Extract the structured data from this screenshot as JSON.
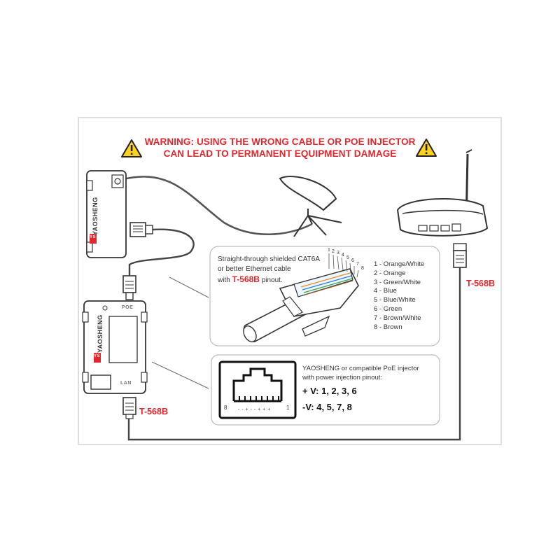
{
  "warning": {
    "line1": "WARNING: USING THE WRONG CABLE OR POE INJECTOR",
    "line2": "CAN LEAD TO PERMANENT EQUIPMENT DAMAGE",
    "icon": "warning-triangle-icon"
  },
  "cable_note": {
    "line1": "Straight-through shielded CAT6A",
    "line2": "or better Ethernet cable",
    "line3_prefix": "with",
    "standard": "T-568B",
    "line3_suffix": "pinout."
  },
  "connector_pin_labels": [
    "1",
    "2",
    "3",
    "4",
    "5",
    "6",
    "7",
    "8"
  ],
  "pinout": [
    "1 - Orange/White",
    "2 - Orange",
    "3 - Green/White",
    "4 - Blue",
    "5 - Blue/White",
    "6 - Green",
    "7 - Brown/White",
    "8 - Brown"
  ],
  "poe_note": {
    "line1": "YAOSHENG or compatible PoE injector",
    "line2": "with power injection pinout:",
    "plus": "+ V: 1, 2, 3, 6",
    "minus": "-V: 4, 5, 7, 8"
  },
  "jack": {
    "left_pin": "8",
    "right_pin": "1",
    "polarity": "- - + - - + + +"
  },
  "labels": {
    "router_standard": "T-568B",
    "injector_standard": "T-568B",
    "brand": "YAOSHENG",
    "brand_logo": "YS",
    "port_poe": "POE",
    "port_lan": "LAN"
  },
  "colors": {
    "warning_red": "#e3262b",
    "line": "#444444",
    "panel_border": "#c8c8c8"
  }
}
